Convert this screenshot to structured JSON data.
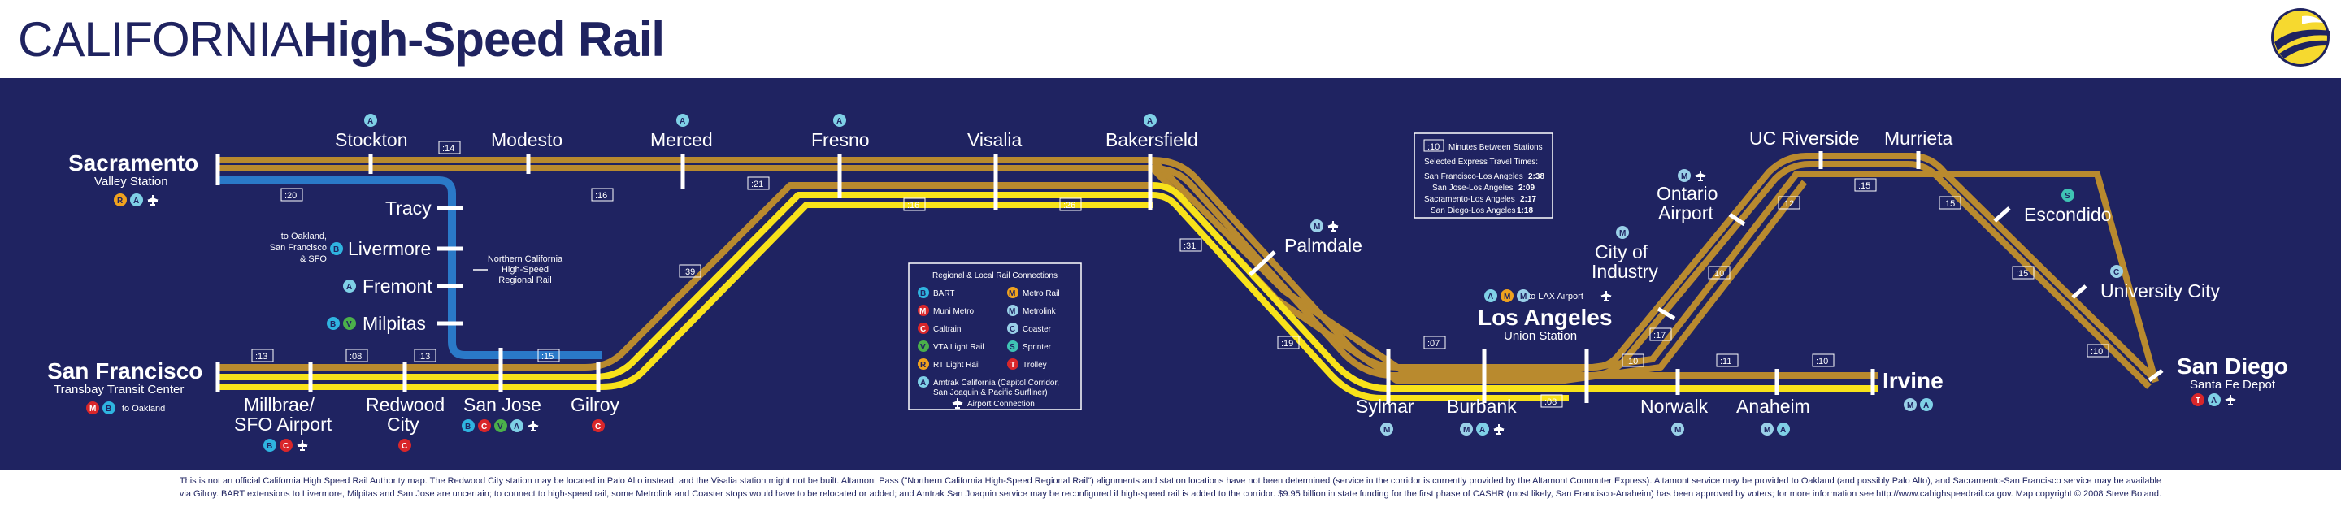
{
  "header": {
    "title_light": "CALIFORNIA",
    "title_bold": "High-Speed Rail"
  },
  "colors": {
    "background": "#1f2361",
    "gold": "#b98a2e",
    "yellow": "#f8e21a",
    "blue": "#2a79c8",
    "white": "#ffffff"
  },
  "stations": {
    "sacramento": {
      "name": "Sacramento",
      "sub": "Valley Station"
    },
    "stockton": "Stockton",
    "modesto": "Modesto",
    "merced": "Merced",
    "fresno": "Fresno",
    "visalia": "Visalia",
    "bakersfield": "Bakersfield",
    "tracy": "Tracy",
    "livermore": "Livermore",
    "fremont": "Fremont",
    "milpitas": "Milpitas",
    "san_francisco": {
      "name": "San Francisco",
      "sub": "Transbay Transit Center"
    },
    "millbrae": [
      "Millbrae/",
      "SFO Airport"
    ],
    "redwood_city": [
      "Redwood",
      "City"
    ],
    "san_jose": "San Jose",
    "gilroy": "Gilroy",
    "palmdale": "Palmdale",
    "sylmar": "Sylmar",
    "burbank": "Burbank",
    "los_angeles": {
      "name": "Los Angeles",
      "sub": "Union Station"
    },
    "city_of_industry": [
      "City of",
      "Industry"
    ],
    "ontario": [
      "Ontario",
      "Airport"
    ],
    "uc_riverside": "UC Riverside",
    "murrieta": "Murrieta",
    "escondido": "Escondido",
    "university_city": "University City",
    "san_diego": {
      "name": "San Diego",
      "sub": "Santa Fe Depot"
    },
    "norwalk": "Norwalk",
    "anaheim": "Anaheim",
    "irvine": "Irvine"
  },
  "notes": {
    "oakland_livermore": [
      "to Oakland,",
      "San Francisco",
      "& SFO"
    ],
    "oakland_sf": "to Oakland",
    "lax": "to LAX Airport",
    "altamont": [
      "Northern California",
      "High-Speed",
      "Regional Rail"
    ]
  },
  "times": {
    "sac_stockton": ":14",
    "sac_tracy": ":20",
    "tracy_merced": ":16",
    "merced_fresno": ":21",
    "fresno_visalia": ":16",
    "visalia_bak": ":26",
    "bak_palmdale": ":31",
    "palmdale_sylmar": ":19",
    "sylmar_burbank": ":07",
    "burbank_la": ":08",
    "la_industry": ":17",
    "industry_ontario": ":10",
    "ontario_ucr": ":12",
    "ucr_murrieta": ":15",
    "murrieta_esc": ":15",
    "esc_uc": ":15",
    "uc_sd": ":10",
    "sf_millbrae": ":13",
    "millbrae_rwc": ":08",
    "rwc_sj": ":13",
    "sj_gilroy": ":15",
    "gilroy_fresno": ":39",
    "la_norwalk": ":10",
    "norwalk_anaheim": ":11",
    "anaheim_irvine": ":10"
  },
  "express_box": {
    "key_time": ":10",
    "key_label": "Minutes Between Stations",
    "heading": "Selected Express Travel Times:",
    "rows": [
      {
        "label": "San Francisco-Los Angeles",
        "time": "2:38"
      },
      {
        "label": "San Jose-Los Angeles",
        "time": "2:09"
      },
      {
        "label": "Sacramento-Los Angeles",
        "time": "2:17"
      },
      {
        "label": "San Diego-Los Angeles",
        "time": "1:18"
      }
    ]
  },
  "legend": {
    "title": "Regional & Local Rail Connections",
    "left": [
      {
        "sym": "B",
        "color": "#2fb4e0",
        "label": "BART"
      },
      {
        "sym": "M",
        "color": "#d9262a",
        "label": "Muni Metro"
      },
      {
        "sym": "C",
        "color": "#d9262a",
        "label": "Caltrain"
      },
      {
        "sym": "V",
        "color": "#4bb04a",
        "label": "VTA Light Rail"
      },
      {
        "sym": "R",
        "color": "#f0a21e",
        "label": "RT Light Rail"
      }
    ],
    "right": [
      {
        "sym": "M",
        "color": "#f0a21e",
        "label": "Metro Rail"
      },
      {
        "sym": "M",
        "color": "#9ad0e8",
        "label": "Metrolink"
      },
      {
        "sym": "C",
        "color": "#9ad0e8",
        "label": "Coaster"
      },
      {
        "sym": "S",
        "color": "#3fc4b4",
        "label": "Sprinter"
      },
      {
        "sym": "T",
        "color": "#d9262a",
        "label": "Trolley"
      }
    ],
    "amtrak": {
      "sym": "A",
      "color": "#7fd0e6",
      "label": [
        "Amtrak California (Capitol Corridor,",
        "San Joaquin & Pacific Surfliner)"
      ]
    },
    "airport": "Airport Connection"
  },
  "footer": {
    "line1": "This is not an official California High Speed Rail Authority map. The Redwood City station may be located in Palo Alto instead, and the Visalia station might not be built. Altamont Pass (\"Northern California High-Speed Regional Rail\") alignments and station locations have not been determined (service in the corridor is currently provided by the Altamont Commuter Express). Altamont service may be provided to Oakland (and possibly Palo Alto), and Sacramento-San Francisco service may be available",
    "line2": "via Gilroy. BART extensions to Livermore, Milpitas and San Jose are uncertain; to connect to high-speed rail, some Metrolink and Coaster stops would have to be relocated or added; and Amtrak San Joaquin service may be reconfigured if high-speed rail is added to the corridor. $9.95 billion in state funding for the first phase of CASHR (most likely, San Francisco-Anaheim) has been approved by voters; for more information see http://www.cahighspeedrail.ca.gov. Map copyright © 2008 Steve Boland."
  }
}
